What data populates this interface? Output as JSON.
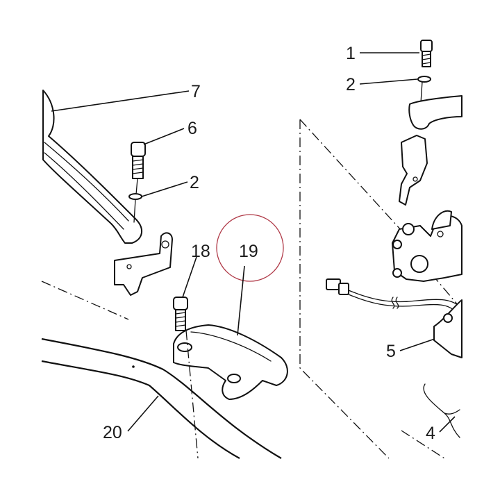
{
  "diagram": {
    "callouts": [
      {
        "id": "c1",
        "label": "1"
      },
      {
        "id": "c2a",
        "label": "2"
      },
      {
        "id": "c7",
        "label": "7"
      },
      {
        "id": "c6",
        "label": "6"
      },
      {
        "id": "c2b",
        "label": "2"
      },
      {
        "id": "c18",
        "label": "18"
      },
      {
        "id": "c19",
        "label": "19"
      },
      {
        "id": "c5",
        "label": "5"
      },
      {
        "id": "c20",
        "label": "20"
      },
      {
        "id": "c4",
        "label": "4"
      }
    ],
    "highlight_color": "#b03a48",
    "line_color": "#111111"
  }
}
